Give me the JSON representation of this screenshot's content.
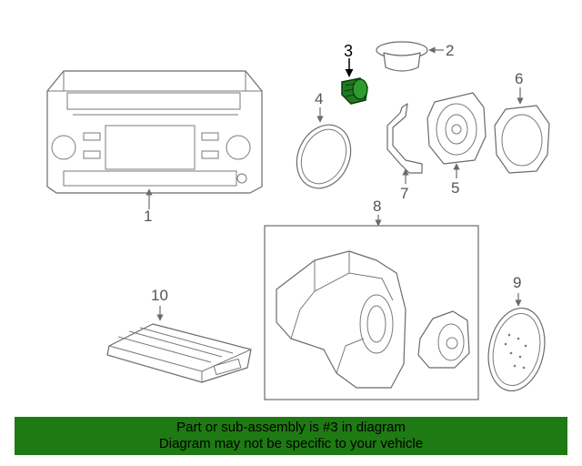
{
  "diagram": {
    "callouts": {
      "c1": "1",
      "c2": "2",
      "c3": "3",
      "c4": "4",
      "c5": "5",
      "c6": "6",
      "c7": "7",
      "c8": "8",
      "c9": "9",
      "c10": "10"
    },
    "highlighted_callout": "3",
    "colors": {
      "highlight_part": "#1f7a1f",
      "banner_background": "#1e7a12",
      "line": "#6b6b6b"
    }
  },
  "banner": {
    "line1": "Part or sub-assembly is #3 in diagram",
    "line2": "Diagram may not be specific to your vehicle"
  }
}
